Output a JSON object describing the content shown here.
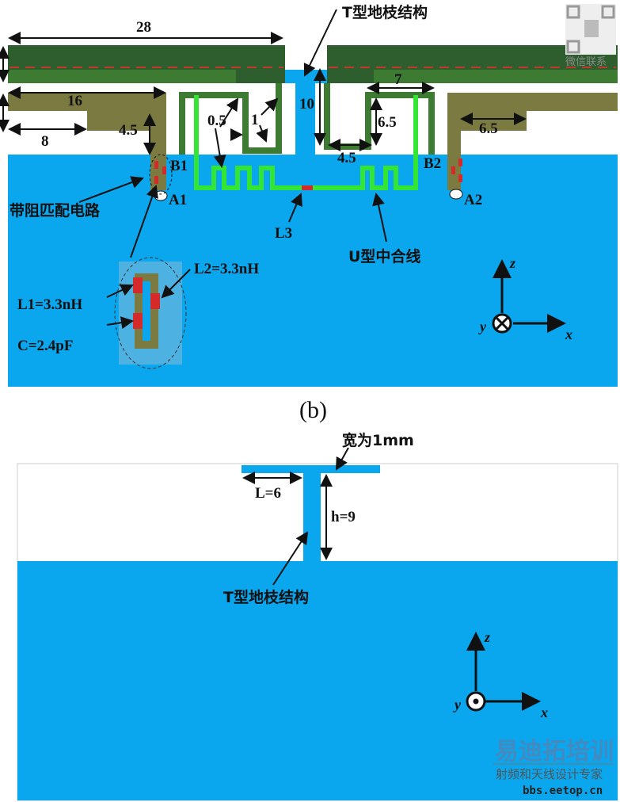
{
  "colors": {
    "ground": "#0aa6ee",
    "radiator_dark": "#2e5e2e",
    "radiator_mid": "#3d7a32",
    "feed_arm": "#7b7a40",
    "microstrip": "#33e633",
    "component": "#d42a2a"
  },
  "figure_a": {
    "dims": {
      "d28": "28",
      "d16": "16",
      "d8": "8",
      "d4_5a": "4.5",
      "d0_5": "0.5",
      "d1": "1",
      "d10": "10",
      "d7": "7",
      "d6_5a": "6.5",
      "d4_5b": "4.5",
      "d6_5b": "6.5"
    },
    "labels": {
      "t_stub": "T型地枝结构",
      "band_stop": "带阻匹配电路",
      "u_line": "U型中合线",
      "L3": "L3",
      "B1": "B1",
      "A1": "A1",
      "B2": "B2",
      "A2": "A2",
      "L1": "L1=3.3nH",
      "L2": "L2=3.3nH",
      "C": "C=2.4pF"
    },
    "axes": {
      "z": "z",
      "y": "y",
      "x": "x"
    }
  },
  "caption_b": "(b)",
  "figure_b": {
    "labels": {
      "width": "宽为1mm",
      "L": "L=6",
      "h": "h=9",
      "t_stub": "T型地枝结构"
    },
    "axes": {
      "z": "z",
      "y": "y",
      "x": "x"
    }
  },
  "watermark": {
    "qr_text": "微信联系",
    "brand": "易迪拓培训",
    "slogan": "射频和天线设计专家",
    "site": "bbs.eetop.cn"
  }
}
